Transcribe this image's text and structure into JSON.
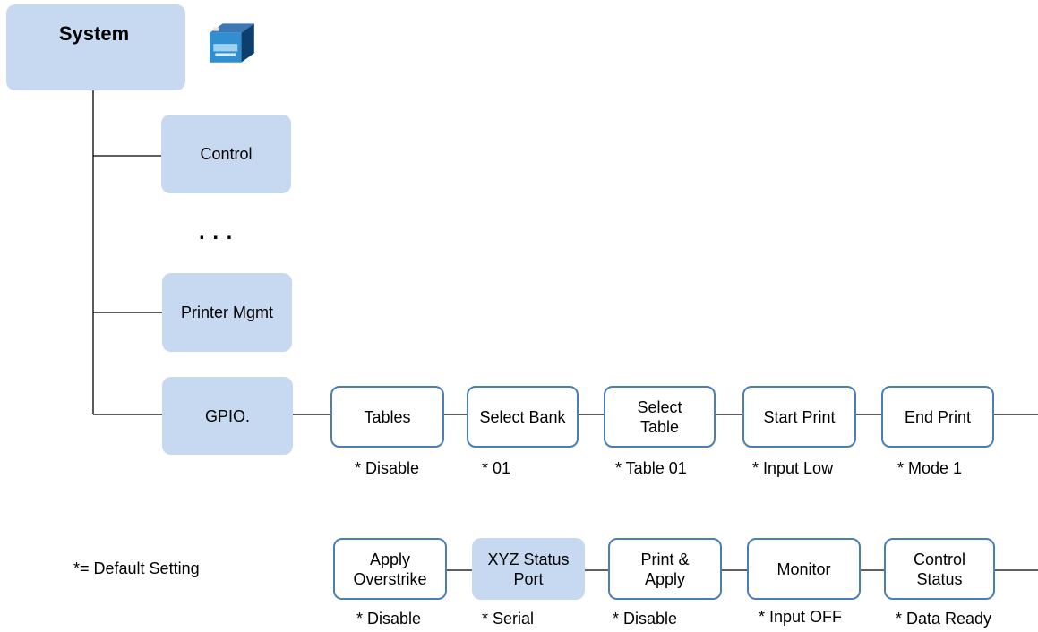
{
  "root": {
    "label": "System",
    "icon": "printer-icon"
  },
  "menu": {
    "control": "Control",
    "ellipsis": ". . .",
    "printer_mgmt": "Printer Mgmt",
    "gpio": "GPIO."
  },
  "row1": [
    {
      "label": "Tables",
      "default": "* Disable"
    },
    {
      "label": "Select Bank",
      "default": "* 01"
    },
    {
      "label": "Select Table",
      "default": "* Table 01"
    },
    {
      "label": "Start Print",
      "default": "* Input Low"
    },
    {
      "label": "End Print",
      "default": "* Mode 1"
    }
  ],
  "row2": [
    {
      "label": "Apply Overstrike",
      "default": "* Disable"
    },
    {
      "label": "XYZ Status Port",
      "default": "* Serial"
    },
    {
      "label": "Print & Apply",
      "default": "* Disable"
    },
    {
      "label": "Monitor",
      "default": "* Input OFF"
    },
    {
      "label": "Control Status",
      "default": "* Data Ready"
    }
  ],
  "legend": "*= Default Setting",
  "colors": {
    "filled": "#c6d9f1",
    "outline": "#4a7ebb",
    "line": "#000000"
  }
}
